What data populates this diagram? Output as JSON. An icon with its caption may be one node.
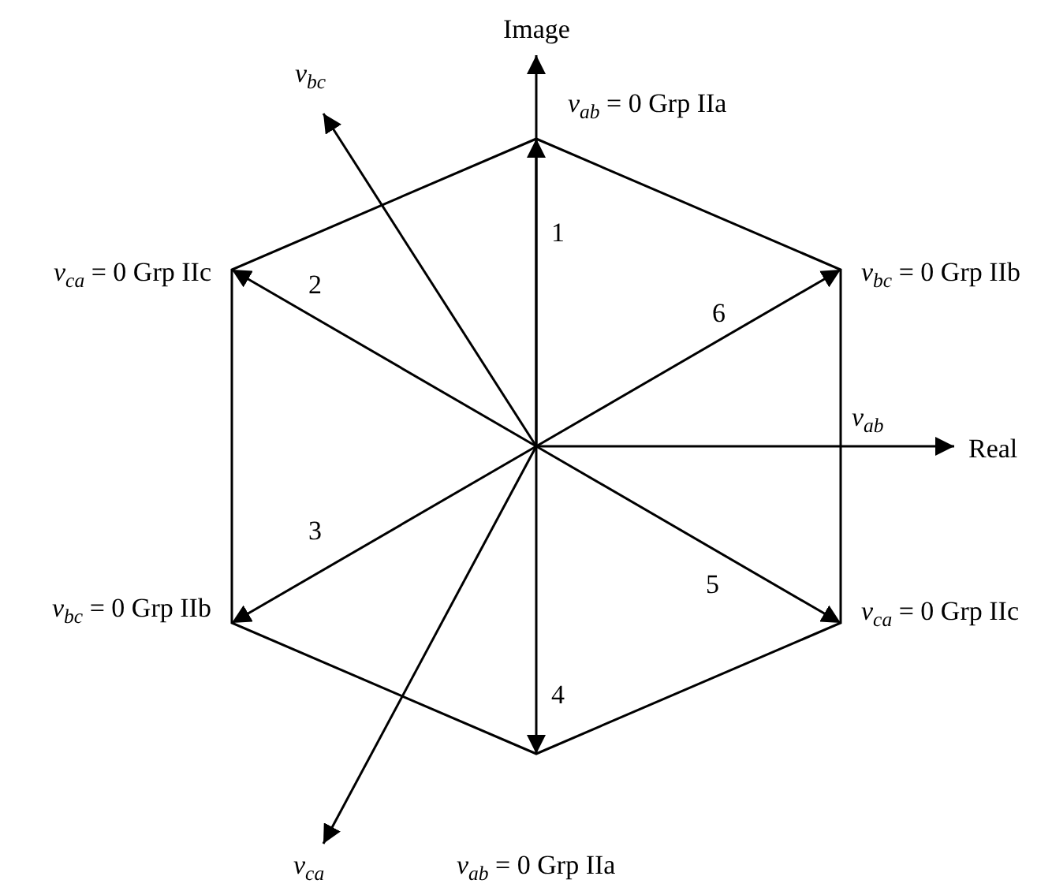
{
  "diagram": {
    "labels": [
      "Image",
      "*v*$_{bc}$",
      "*v*$_{ab}$ = 0 Grp IIa",
      "1",
      "*v*$_{ca}$ = 0 Grp IIc",
      "2",
      "6",
      "*v*$_{bc}$ = 0 Grp IIb",
      "*v*$_{ab}$",
      "Real",
      "3",
      "5",
      "*v*$_{bc}$ = 0 Grp IIb",
      "*v*$_{ca}$ = 0 Grp IIc",
      "4",
      "*v*$_{ca}$",
      "*v*$_{ab}$ = 0 Grp IIa"
    ]
  }
}
